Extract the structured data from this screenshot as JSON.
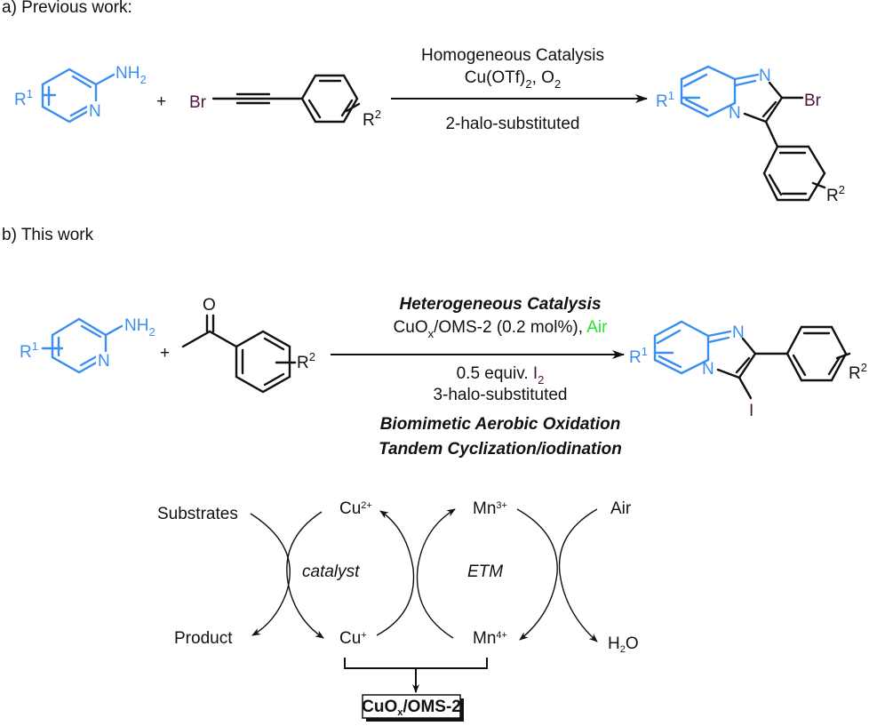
{
  "section_a": {
    "label": "a) Previous work:",
    "reactant1": {
      "substituent": "R",
      "sub_index": "1",
      "amine": "NH",
      "amine_index": "2",
      "ring_atom": "N"
    },
    "plus": "+",
    "reactant2": {
      "halogen": "Br",
      "substituent": "R",
      "sub_index": "2"
    },
    "conditions_above": {
      "line1": "Homogeneous Catalysis",
      "line2_pre": "Cu(OTf)",
      "line2_sub": "2",
      "line2_mid": ", O",
      "line2_sub2": "2"
    },
    "conditions_below": "2-halo-substituted",
    "product": {
      "substituent1": "R",
      "sub1_index": "1",
      "ring_n1": "N",
      "ring_n2": "N",
      "halogen": "Br",
      "substituent2": "R",
      "sub2_index": "2"
    }
  },
  "section_b": {
    "label": "b) This work",
    "reactant1": {
      "substituent": "R",
      "sub_index": "1",
      "amine": "NH",
      "amine_index": "2",
      "ring_atom": "N"
    },
    "plus": "+",
    "reactant2": {
      "carbonyl_o": "O",
      "substituent": "R",
      "sub_index": "2"
    },
    "conditions_above": {
      "line1": "Heterogeneous Catalysis",
      "line2_pre": "CuO",
      "line2_sub": "x",
      "line2_mid": "/OMS-2 (0.2 mol%), ",
      "line2_air": "Air"
    },
    "conditions_below": {
      "line1_pre": "0.5 equiv. ",
      "line1_i": "I",
      "line1_sub": "2",
      "line2": "3-halo-substituted"
    },
    "highlights": [
      "Biomimetic Aerobic Oxidation",
      "Tandem Cyclization/iodination"
    ],
    "product": {
      "substituent1": "R",
      "sub1_index": "1",
      "ring_n1": "N",
      "ring_n2": "N",
      "halogen": "I",
      "substituent2": "R",
      "sub2_index": "2"
    }
  },
  "mechanism": {
    "substrates": "Substrates",
    "product": "Product",
    "cu2": {
      "base": "Cu",
      "charge": "2+"
    },
    "cu1": {
      "base": "Cu",
      "charge": "+"
    },
    "mn3": {
      "base": "Mn",
      "charge": "3+"
    },
    "mn4": {
      "base": "Mn",
      "charge": "4+"
    },
    "air": "Air",
    "water": {
      "h": "H",
      "sub": "2",
      "o": "O"
    },
    "catalyst_label": "catalyst",
    "etm_label": "ETM",
    "material": {
      "pre": "CuO",
      "sub": "x",
      "post": "/OMS-2"
    }
  },
  "colors": {
    "reactant_blue": "#3a8ef0",
    "halogen_purple": "#4a1640",
    "air_green": "#27e32a"
  }
}
